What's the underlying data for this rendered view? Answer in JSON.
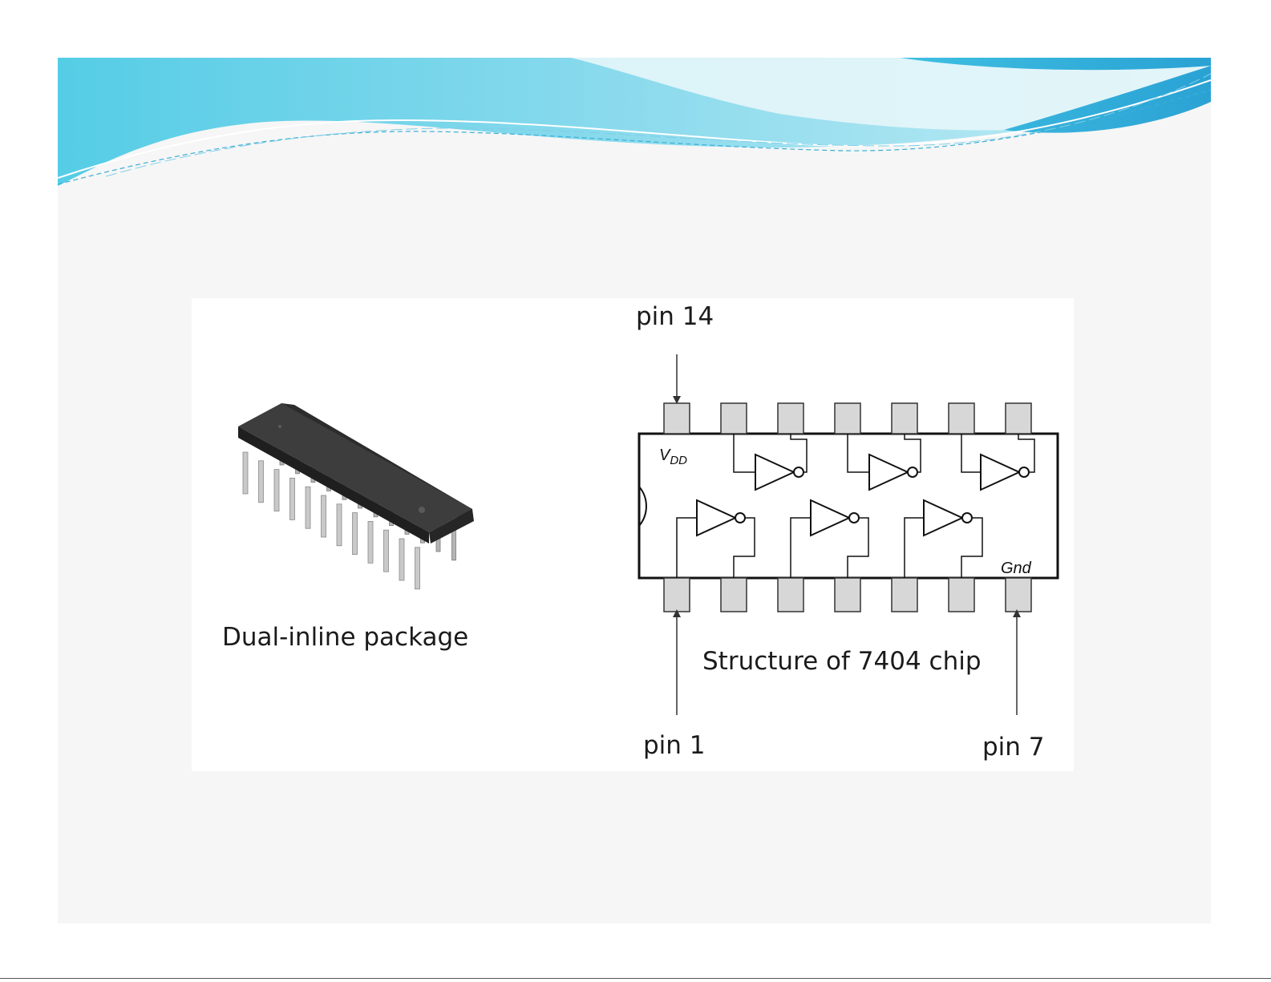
{
  "colors": {
    "banner_light": "#9fe3ee",
    "banner_mid": "#4fc8e0",
    "banner_deep": "#1aa7d6",
    "slide_background": "#f6f6f6",
    "pin_fill": "#d7d7d7",
    "chip_body": "#3a3a3a",
    "outline": "#111111"
  },
  "left_figure": {
    "image": "dip-ic-chip-icon",
    "caption": "Dual-inline package"
  },
  "right_figure": {
    "caption": "Structure of 7404 chip",
    "vdd_label": "V",
    "vdd_subscript": "DD",
    "gnd_label": "Gnd",
    "pin_labels": {
      "pin14": "pin 14",
      "pin1": "pin 1",
      "pin7": "pin 7"
    },
    "pins_per_side": 7,
    "inverter_count": 6
  }
}
